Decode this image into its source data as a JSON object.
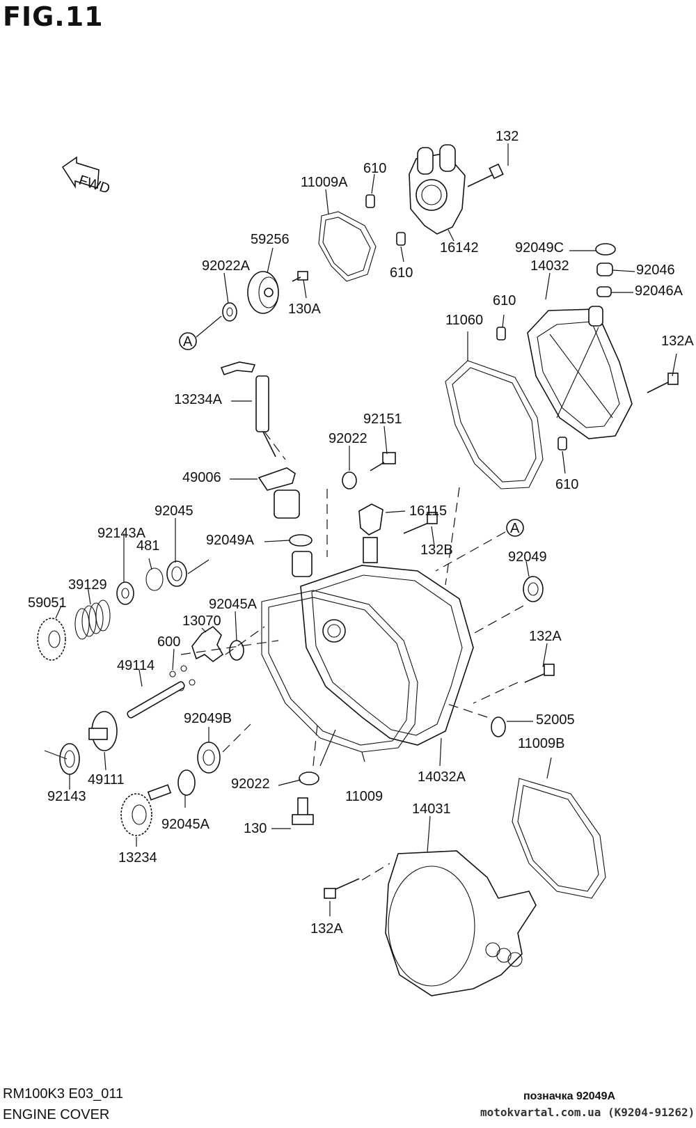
{
  "figure": {
    "title": "FIG.11",
    "fwd_label": "FWD"
  },
  "parts": {
    "p132": "132",
    "p610a": "610",
    "p11009A": "11009A",
    "p16142": "16142",
    "p610b": "610",
    "p59256": "59256",
    "p92022A": "92022A",
    "p130A": "130A",
    "p92049C": "92049C",
    "p14032": "14032",
    "p92046": "92046",
    "p92046A": "92046A",
    "p610c": "610",
    "p11060": "11060",
    "p132A_r": "132A",
    "p13234A": "13234A",
    "p92151": "92151",
    "p92022_u": "92022",
    "p610d": "610",
    "p49006": "49006",
    "p16115": "16115",
    "p92045": "92045",
    "p92143A": "92143A",
    "p481": "481",
    "p92049A": "92049A",
    "p132B": "132B",
    "p92049": "92049",
    "p39129": "39129",
    "p59051": "59051",
    "p92045A_u": "92045A",
    "p13070": "13070",
    "p600": "600",
    "p132A_m": "132A",
    "p49114": "49114",
    "p52005": "52005",
    "p92049B": "92049B",
    "p11009B": "11009B",
    "p49111": "49111",
    "p14032A": "14032A",
    "p92143": "92143",
    "p92022_l": "92022",
    "p11009": "11009",
    "p14031": "14031",
    "p92045A_l": "92045A",
    "p130": "130",
    "p13234": "13234",
    "p132A_b": "132A"
  },
  "callouts": {
    "a1": "A",
    "a2": "A"
  },
  "footer": {
    "model_code": "RM100K3 E03_011",
    "section_name": "ENGINE COVER",
    "note": "позначка 92049A",
    "source": "motokvartal.com.ua (K9204-91262)"
  }
}
